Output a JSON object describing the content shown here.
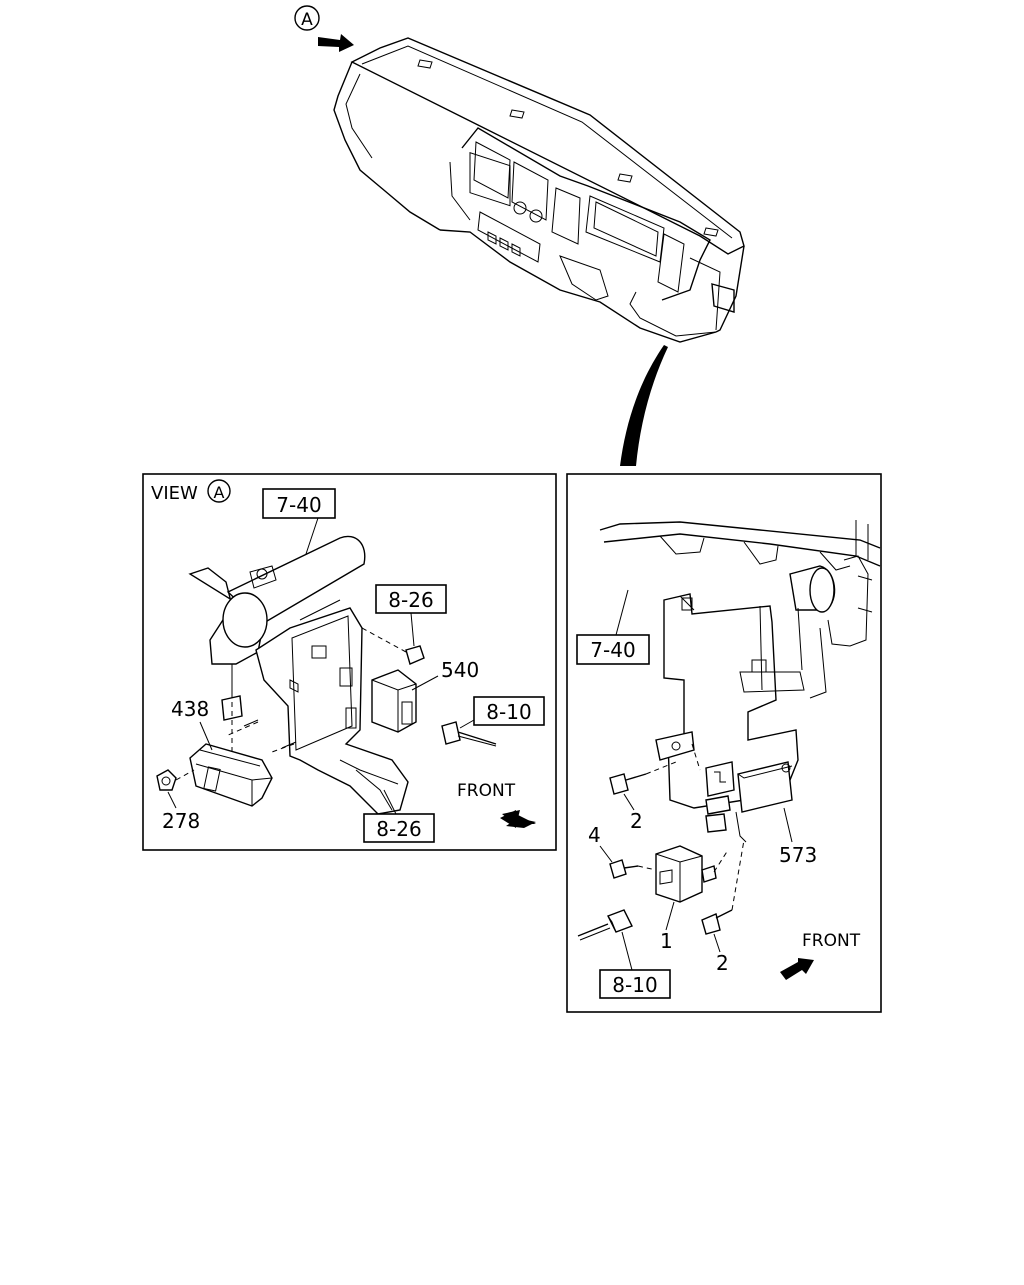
{
  "top": {
    "view_marker": "A"
  },
  "left_panel": {
    "view_label": "VIEW",
    "view_marker": "A",
    "ref_boxes": {
      "upper": "7-40",
      "bolt_ref": "8-26",
      "harness_ref": "8-10",
      "bracket_ref": "8-26"
    },
    "callouts": {
      "relay": "540",
      "module": "438",
      "nut": "278"
    },
    "front_label": "FRONT"
  },
  "right_panel": {
    "ref_boxes": {
      "upper": "7-40",
      "harness_ref": "8-10"
    },
    "callouts": {
      "bolt_top": "2",
      "bolt_bottom": "2",
      "screw": "4",
      "relay": "1",
      "bracket": "573"
    },
    "front_label": "FRONT"
  }
}
